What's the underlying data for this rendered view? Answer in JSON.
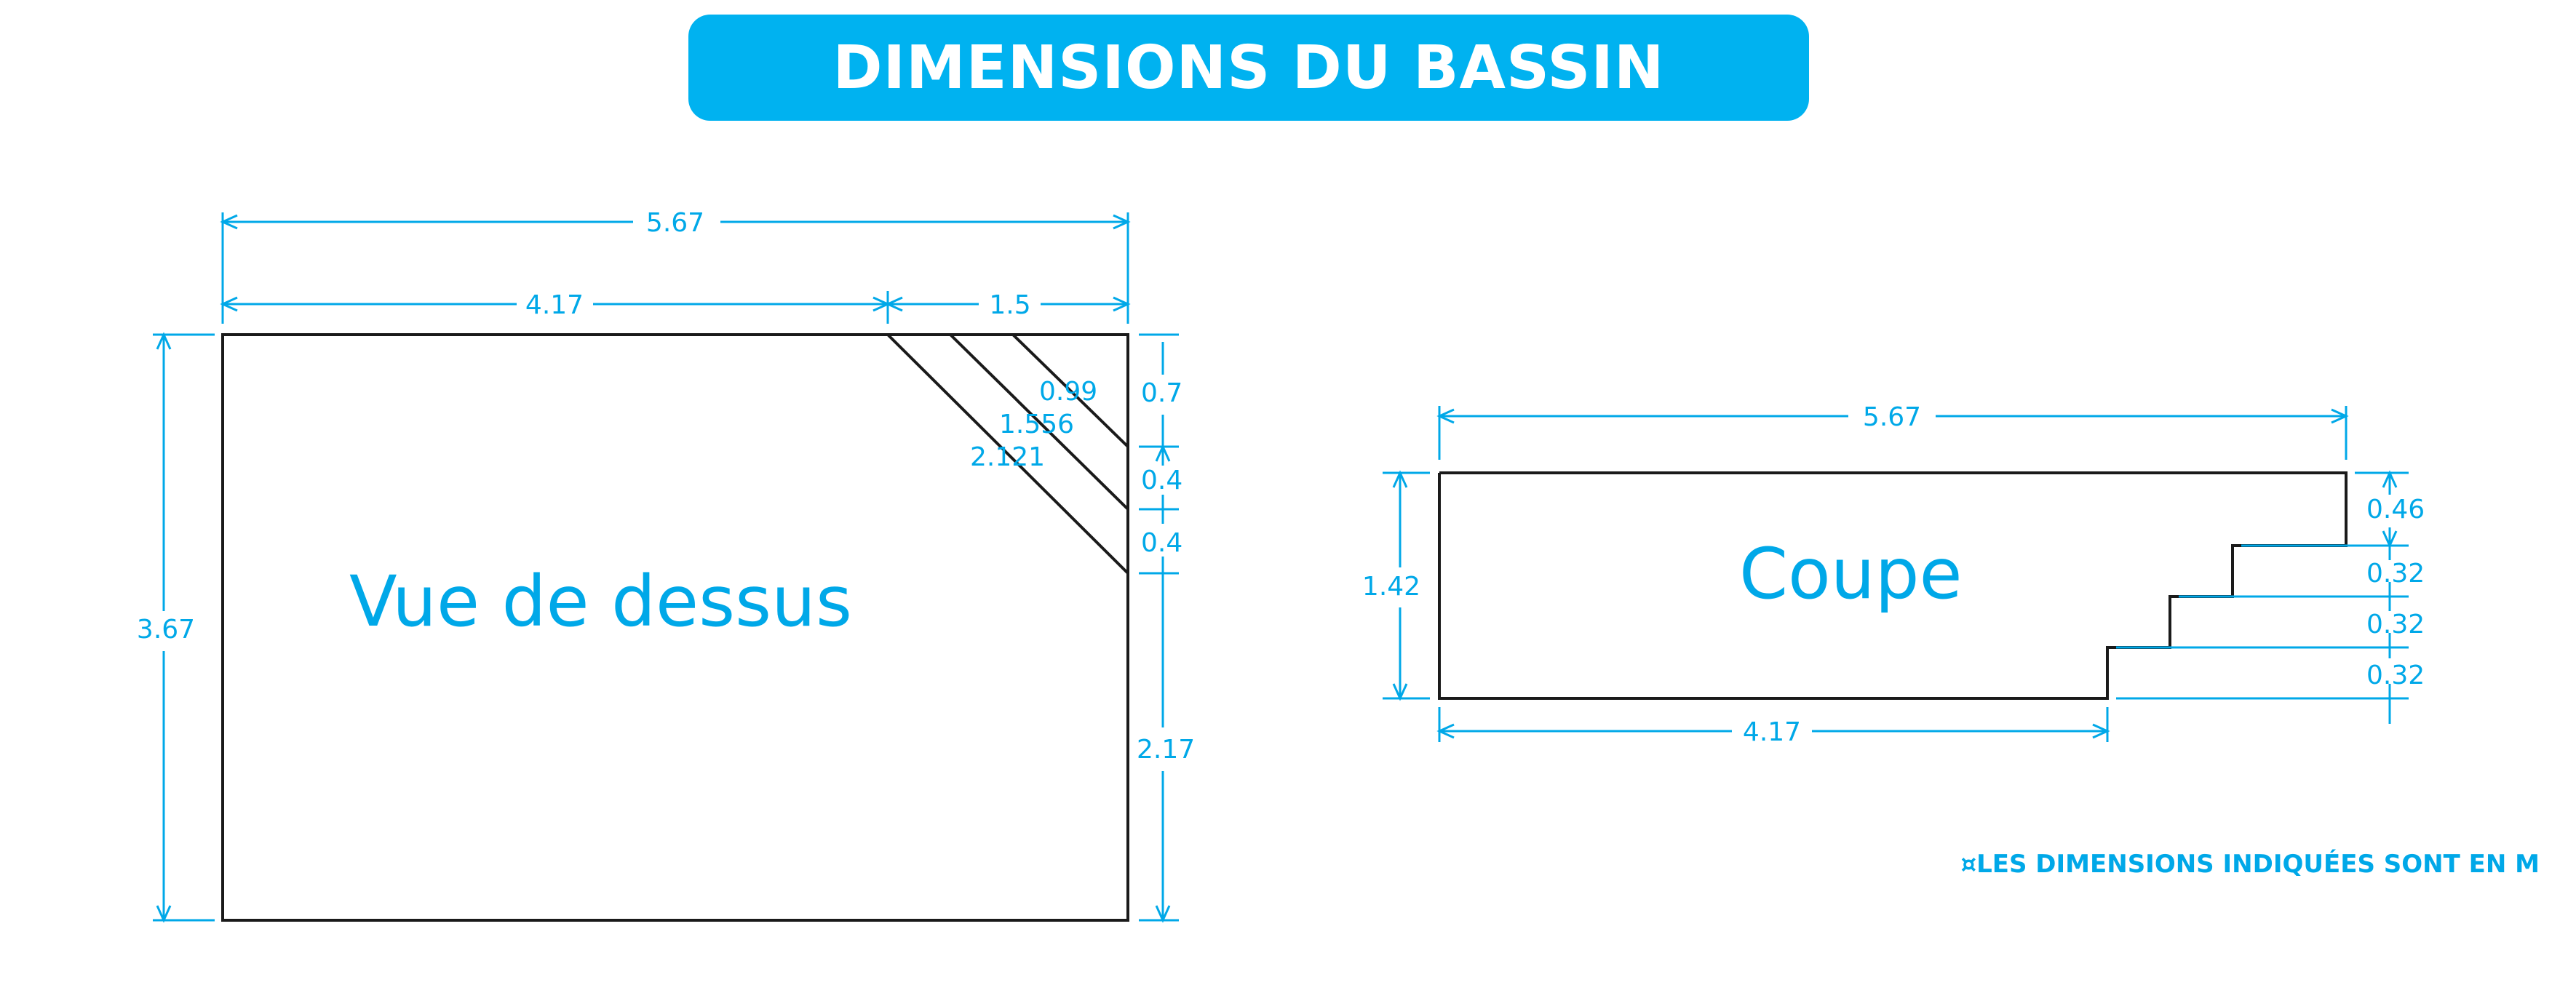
{
  "title": "DIMENSIONS DU BASSIN",
  "note": "¤LES DIMENSIONS INDIQUÉES SONT EN M",
  "top_view": {
    "label": "Vue de dessus",
    "total_length": "5.67",
    "length_part_a": "4.17",
    "length_part_b": "1.5",
    "width": "3.67",
    "stair_diag_1": "0.99",
    "stair_diag_2": "1.556",
    "stair_diag_3": "2.121",
    "step_1": "0.7",
    "step_2": "0.4",
    "step_3": "0.4",
    "remaining": "2.17"
  },
  "section_view": {
    "label": "Coupe",
    "total_length": "5.67",
    "depth": "1.42",
    "floor_length": "4.17",
    "step_1": "0.46",
    "step_2": "0.32",
    "step_3": "0.32",
    "step_4": "0.32"
  },
  "colors": {
    "accent": "#00b2f0",
    "dimension": "#00a8e8",
    "outline": "#1a1a1a"
  }
}
